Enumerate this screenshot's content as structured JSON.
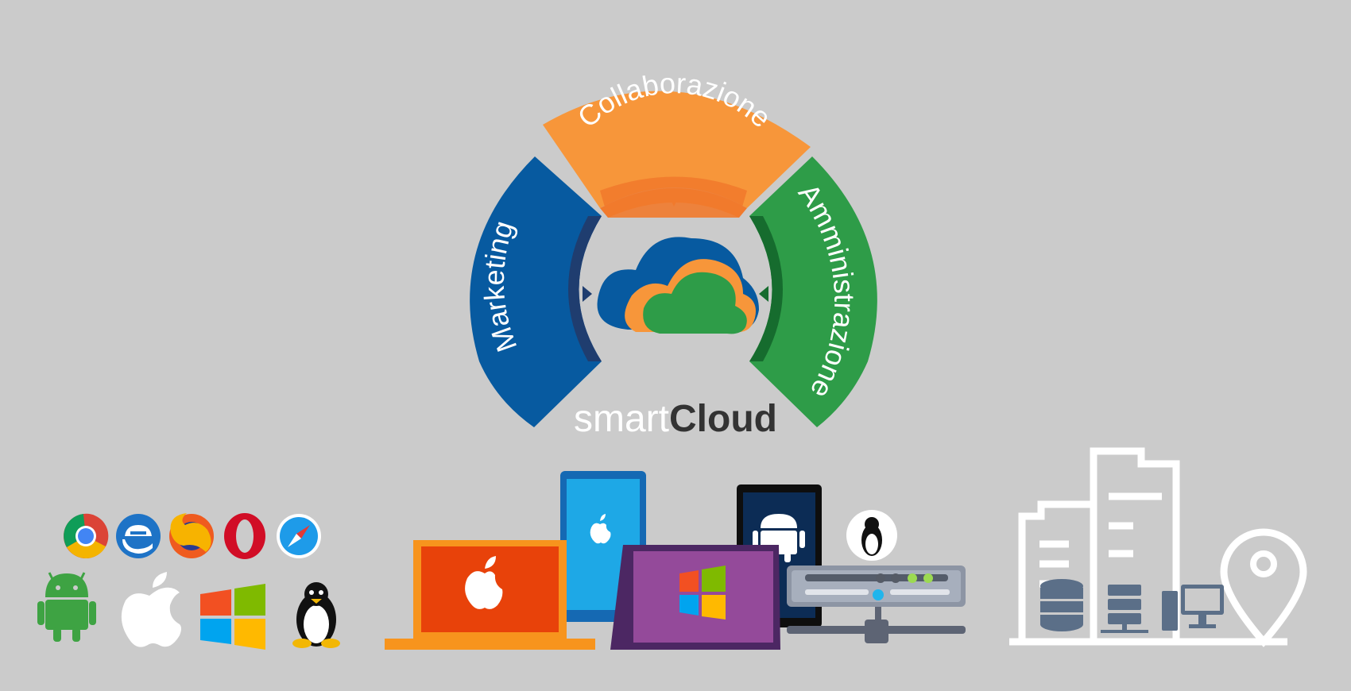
{
  "segments": {
    "top": {
      "label": "Collaborazione",
      "color": "#f7963a",
      "inner_color": "#f17a2c"
    },
    "left": {
      "label": "Marketing",
      "color": "#075aa0",
      "inner_color": "#1f3d6f"
    },
    "right": {
      "label": "Amministrazione",
      "color": "#2e9c48",
      "inner_color": "#166c2e"
    }
  },
  "brand": {
    "prefix": "smart",
    "suffix": "Cloud",
    "prefix_color": "#ffffff",
    "suffix_color": "#333333"
  },
  "colors": {
    "background": "#cbcbcb",
    "cloud_blue": "#075aa0",
    "cloud_orange": "#f7963a",
    "cloud_green": "#2e9c48",
    "office_lines": "#ffffff",
    "infra_slate": "#5b6f88"
  },
  "icons": {
    "browsers": [
      "chrome-icon",
      "edge-icon",
      "firefox-icon",
      "opera-icon",
      "safari-icon"
    ],
    "platforms": [
      "android-icon",
      "apple-icon",
      "windows-icon",
      "linux-icon"
    ],
    "devices": [
      "laptop-apple-icon",
      "tablet-apple-icon",
      "phone-android-icon",
      "tablet-windows-icon",
      "linux-server-icon"
    ],
    "infrastructure": [
      "office-building-icon",
      "database-icon",
      "server-rack-icon",
      "desktop-computer-icon",
      "location-pin-icon"
    ]
  }
}
